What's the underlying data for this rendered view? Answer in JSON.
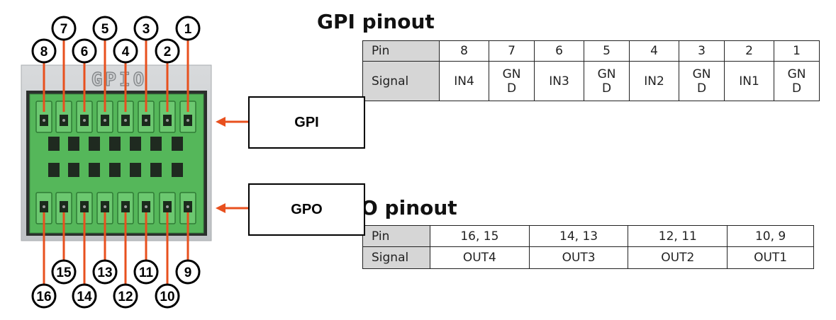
{
  "board": {
    "label": "GPIO",
    "top_pins": [
      "8",
      "7",
      "6",
      "5",
      "4",
      "3",
      "2",
      "1"
    ],
    "bottom_pins": [
      "16",
      "15",
      "14",
      "13",
      "12",
      "11",
      "10",
      "9"
    ],
    "arrow_color": "#e8501e",
    "terminal_color": "#55b75a"
  },
  "gpi": {
    "title": "GPI pinout",
    "box_label": "GPI",
    "row_headers": [
      "Pin",
      "Signal"
    ],
    "pins": [
      "8",
      "7",
      "6",
      "5",
      "4",
      "3",
      "2",
      "1"
    ],
    "signals": [
      "IN4",
      "GN\nD",
      "IN3",
      "GN\nD",
      "IN2",
      "GN\nD",
      "IN1",
      "GN\nD"
    ]
  },
  "gpo": {
    "title": "O pinout",
    "box_label": "GPO",
    "row_headers": [
      "Pin",
      "Signal"
    ],
    "pins": [
      "16, 15",
      "14, 13",
      "12, 11",
      "10, 9"
    ],
    "signals": [
      "OUT4",
      "OUT3",
      "OUT2",
      "OUT1"
    ]
  }
}
